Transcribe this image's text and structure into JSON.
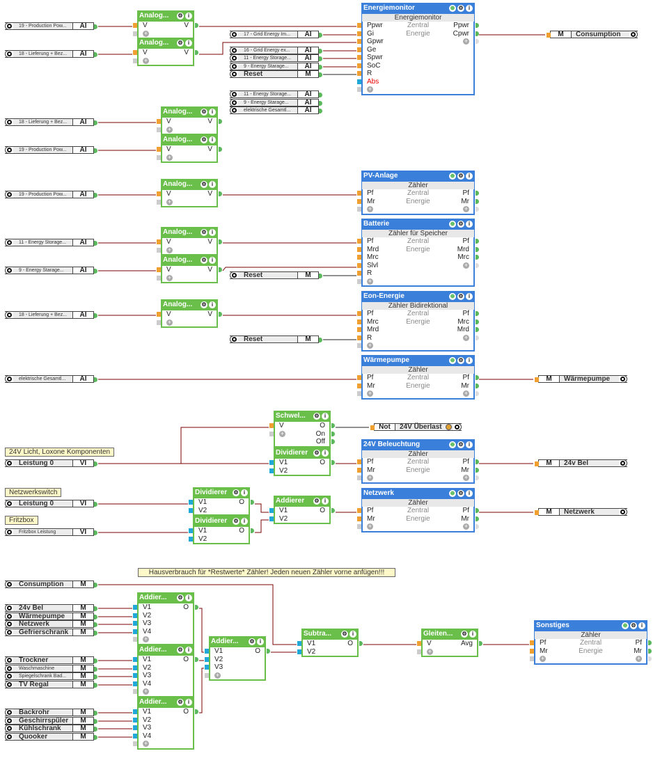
{
  "inputs": {
    "i1": {
      "name": "19 - Production Pow...",
      "type": "AI"
    },
    "i2": {
      "name": "18 - Lieferung + Bez...",
      "type": "AI"
    },
    "i3": {
      "name": "17 - Grid Energy Im...",
      "type": "AI"
    },
    "i4": {
      "name": "16 - Grid Energy ex...",
      "type": "AI"
    },
    "i5": {
      "name": "11 - Energy Storage...",
      "type": "AI"
    },
    "i6": {
      "name": "9 - Energy Starage...",
      "type": "AI"
    },
    "i7": {
      "name": "Reset",
      "type": "M"
    },
    "i8": {
      "name": "11 - Energy Storage...",
      "type": "AI"
    },
    "i9": {
      "name": "9 - Energy Starage...",
      "type": "AI"
    },
    "i10": {
      "name": "elektrische Gesamtl...",
      "type": "AI"
    },
    "i11": {
      "name": "18 - Lieferung + Bez...",
      "type": "AI"
    },
    "i12": {
      "name": "19 - Production Pow...",
      "type": "AI"
    },
    "i13": {
      "name": "19 - Production Pow...",
      "type": "AI"
    },
    "i14": {
      "name": "11 - Energy Storage...",
      "type": "AI"
    },
    "i15": {
      "name": "9 - Energy Starage...",
      "type": "AI"
    },
    "i16": {
      "name": "Reset",
      "type": "M"
    },
    "i17": {
      "name": "18 - Lieferung + Bez...",
      "type": "AI"
    },
    "i18": {
      "name": "Reset",
      "type": "M"
    },
    "i19": {
      "name": "elektrische Gesamtl...",
      "type": "AI"
    },
    "i20": {
      "name": "Leistung 0",
      "type": "VI"
    },
    "i21": {
      "name": "Leistung 0",
      "type": "VI"
    },
    "i22": {
      "name": "Fritzbox Leistung",
      "type": "VI"
    },
    "i23": {
      "name": "Consumption",
      "type": "M"
    },
    "i24": {
      "name": "24v Bel",
      "type": "M"
    },
    "i25": {
      "name": "Wärmepumpe",
      "type": "M"
    },
    "i26": {
      "name": "Netzwerk",
      "type": "M"
    },
    "i27": {
      "name": "Gefrierschrank",
      "type": "M"
    },
    "i28": {
      "name": "Trockner",
      "type": "M"
    },
    "i29": {
      "name": "Waschmaschine",
      "type": "M"
    },
    "i30": {
      "name": "Spiegelschrank Bad...",
      "type": "M"
    },
    "i31": {
      "name": "TV Regal",
      "type": "M"
    },
    "i32": {
      "name": "Backrohr",
      "type": "M"
    },
    "i33": {
      "name": "Geschirrspüler",
      "type": "M"
    },
    "i34": {
      "name": "Kühlschrank",
      "type": "M"
    },
    "i35": {
      "name": "Quooker",
      "type": "M"
    }
  },
  "outputs": {
    "o1": {
      "type": "M",
      "name": "Consumption"
    },
    "o2": {
      "type": "M",
      "name": "Wärmepumpe"
    },
    "o3": {
      "type": "Not",
      "name": "24V Überlast"
    },
    "o4": {
      "type": "M",
      "name": "24v Bel"
    },
    "o5": {
      "type": "M",
      "name": "Netzwerk"
    }
  },
  "notes": {
    "n1": "24V Licht, Loxone Komponenten",
    "n2": "Netzwerkswitch",
    "n3": "Fritzbox",
    "n4": "Hausverbrauch für *Restwerte* Zähler! Jeden neuen Zähler vorne anfügen!!!"
  },
  "blocks": {
    "analog": "Analog...",
    "addier_short": "Addier...",
    "addierer": "Addierer",
    "dividierer": "Dividierer",
    "schwel": "Schwel...",
    "subtra": "Subtra...",
    "gleiten": "Gleiten...",
    "em": {
      "title": "Energiemonitor",
      "sub": "Energiemonitor",
      "mid1": "Zentral",
      "mid2": "Energie",
      "in": [
        "Ppwr",
        "Gi",
        "Gpwr",
        "Ge",
        "Spwr",
        "SoC",
        "R",
        "Abs"
      ],
      "out": [
        "Ppwr",
        "Cpwr"
      ]
    },
    "pv": {
      "title": "PV-Anlage",
      "sub": "Zähler"
    },
    "batt": {
      "title": "Batterie",
      "sub": "Zähler für Speicher",
      "in": [
        "Pf",
        "Mrd",
        "Mrc",
        "Slvl",
        "R"
      ],
      "out": [
        "Pf",
        "Mrd",
        "Mrc"
      ]
    },
    "eon": {
      "title": "Eon-Energie",
      "sub": "Zähler Bidirektional",
      "in": [
        "Pf",
        "Mrc",
        "Mrd",
        "R"
      ],
      "out": [
        "Pf",
        "Mrc",
        "Mrd"
      ]
    },
    "wp": {
      "title": "Wärmepumpe",
      "sub": "Zähler"
    },
    "bel": {
      "title": "24V Beleuchtung",
      "sub": "Zähler"
    },
    "netz": {
      "title": "Netzwerk",
      "sub": "Zähler"
    },
    "sonst": {
      "title": "Sonstiges",
      "sub": "Zähler"
    }
  },
  "labels": {
    "V": "V",
    "V1": "V1",
    "V2": "V2",
    "V3": "V3",
    "V4": "V4",
    "O": "O",
    "On": "On",
    "Off": "Off",
    "Avg": "Avg",
    "Pf": "Pf",
    "Mr": "Mr",
    "Zentral": "Zentral",
    "Energie": "Energie"
  },
  "colors": {
    "green_block": "#6abf4b",
    "blue_block": "#3a7fd9",
    "wire": "#7a0000",
    "note_bg": "#fff8c8"
  }
}
